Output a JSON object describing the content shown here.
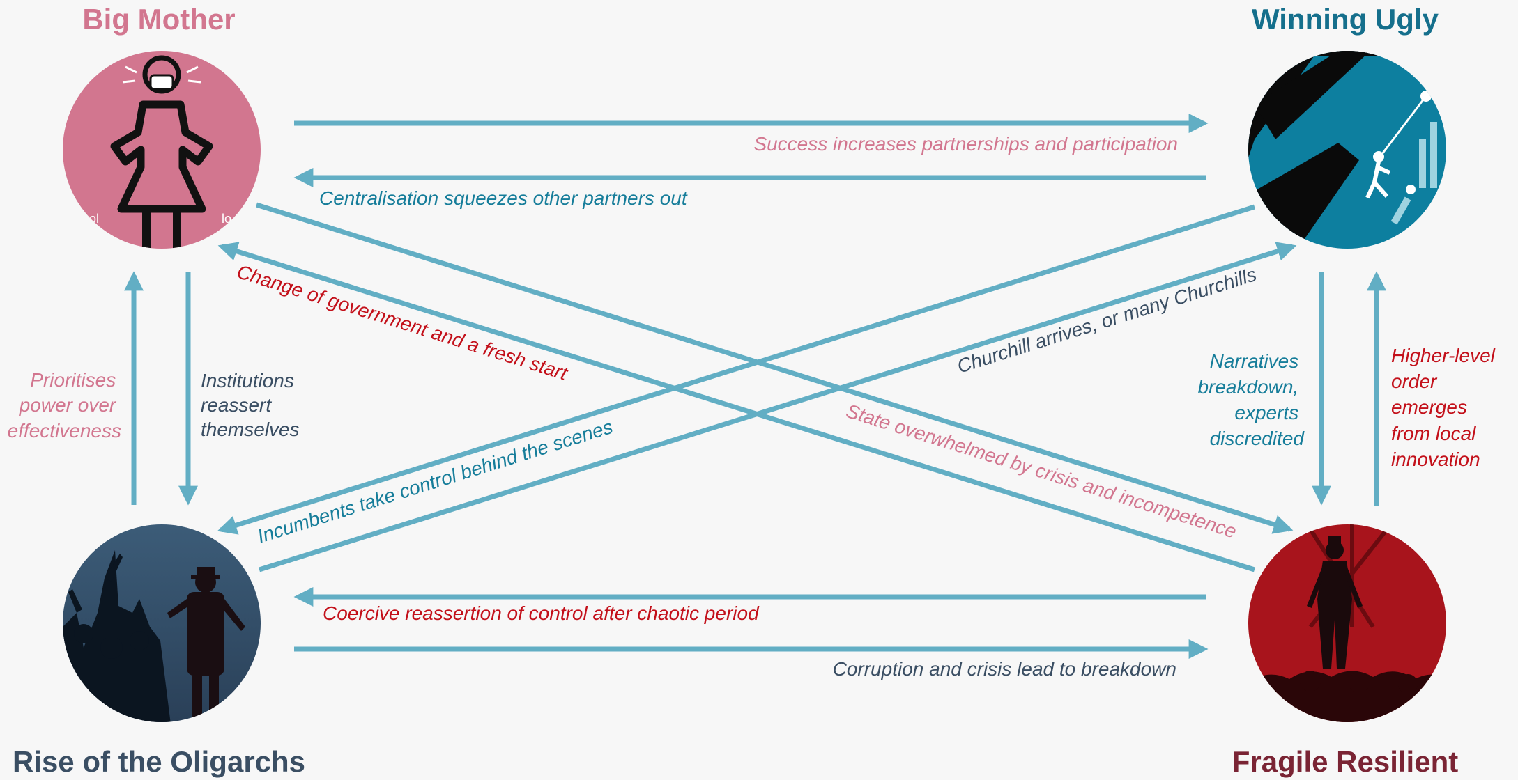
{
  "colors": {
    "arrow": "#62aec4",
    "pink": "#d2768f",
    "teal": "#167d9a",
    "slate": "#3a4e63",
    "red": "#c3101a",
    "maroon": "#7a2434"
  },
  "scenarios": {
    "big_mother": {
      "title": "Big Mother",
      "icon": "woman-mask-icon"
    },
    "winning_ugly": {
      "title": "Winning Ugly",
      "icon": "climber-icon"
    },
    "oligarchs": {
      "title": "Rise of the Oligarchs",
      "icon": "crowd-icon"
    },
    "fragile": {
      "title": "Fragile Resilient",
      "icon": "crowd-silhouette-icon"
    }
  },
  "transitions": {
    "success": "Success increases partnerships and participation",
    "centralisation": "Centralisation squeezes other partners out",
    "change_gov": "Change of government and a fresh start",
    "churchill": "Churchill arrives, or many Churchills",
    "incumbents": "Incumbents take control behind the scenes",
    "state_overwhelmed": "State overwhelmed by crisis and incompetence",
    "coercive": "Coercive reassertion of control after chaotic period",
    "corruption": "Corruption and crisis lead to breakdown",
    "prioritises": [
      "Prioritises",
      "power over",
      "effectiveness"
    ],
    "institutions": [
      "Institutions",
      "reassert",
      "themselves"
    ],
    "narratives": [
      "Narratives",
      "breakdown,",
      "experts",
      "discredited"
    ],
    "higher_level": [
      "Higher-level",
      "order",
      "emerges",
      "from local",
      "innovation"
    ]
  }
}
